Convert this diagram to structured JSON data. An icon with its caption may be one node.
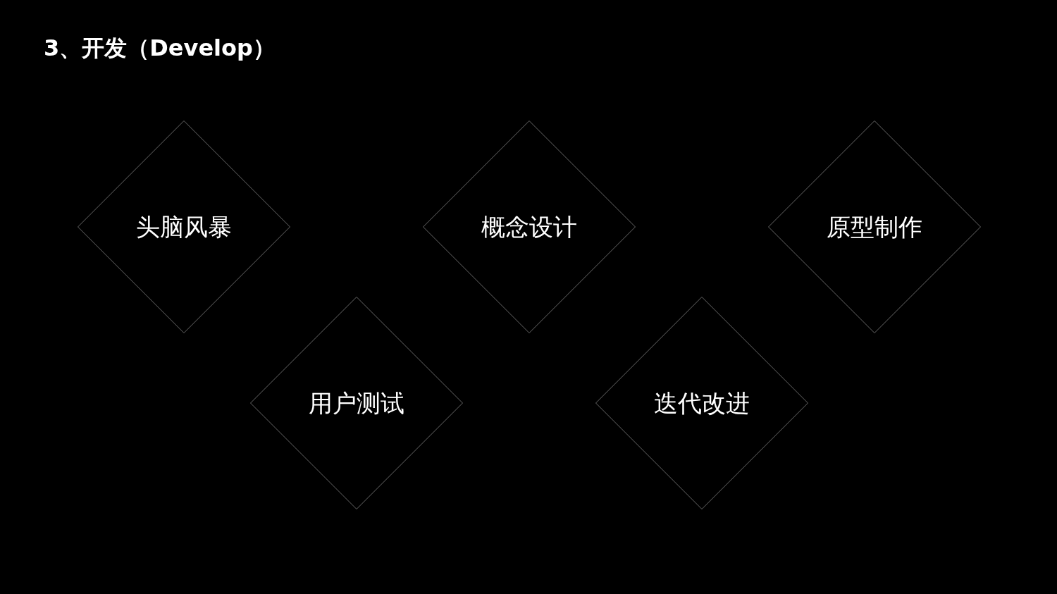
{
  "diagram": {
    "title": "3、开发（Develop）",
    "nodes": [
      {
        "text": [
          "头脑风暴"
        ]
      },
      {
        "text": [
          "概念设计"
        ]
      },
      {
        "text": [
          "原型制作"
        ]
      },
      {
        "text": [
          "用户测试"
        ]
      },
      {
        "text": [
          "迭代改进"
        ]
      }
    ]
  }
}
